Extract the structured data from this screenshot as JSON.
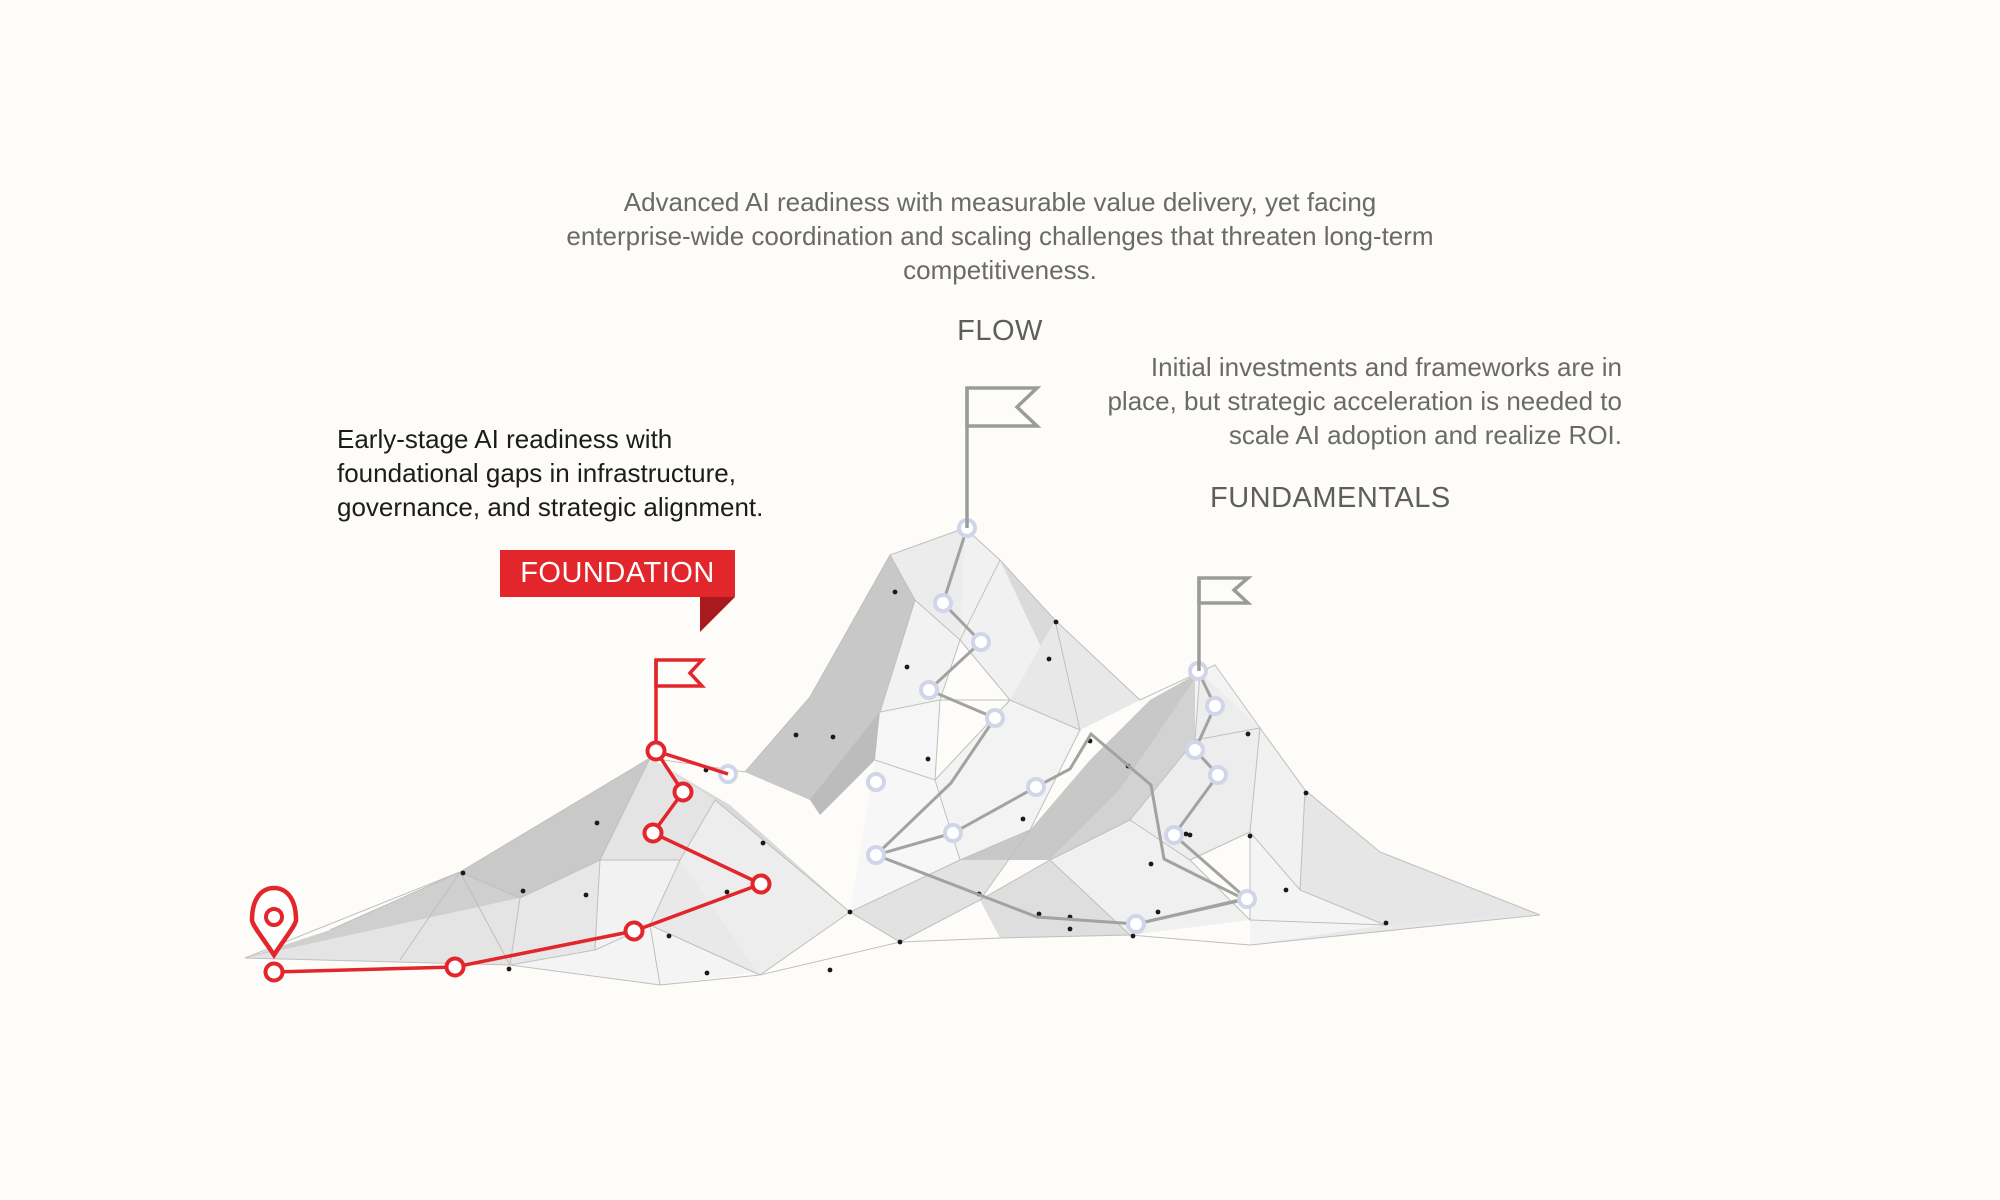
{
  "stages": {
    "flow": {
      "label": "FLOW",
      "description": "Advanced AI readiness with measurable value delivery, yet facing enterprise-wide coordination and scaling challenges that threaten long-term competitiveness."
    },
    "fundamentals": {
      "label": "FUNDAMENTALS",
      "description": "Initial investments and frameworks are in place, but strategic acceleration is needed to scale AI adoption and realize ROI."
    },
    "foundation": {
      "label": "FOUNDATION",
      "description": "Early-stage AI readiness with foundational gaps in infrastructure, governance, and strategic alignment."
    }
  },
  "colors": {
    "accent": "#e2262b",
    "accent_dark": "#a81a1e",
    "flag_gray": "#9b9b9b",
    "path_gray": "#a2a2a2",
    "node_fill": "#ffffff",
    "node_stroke": "#d0d6e8",
    "text_gray": "#6a6a6a",
    "text_dark": "#1c1c1c",
    "background": "#fdfcf9"
  },
  "icons": {
    "start_marker": "location-pin-icon",
    "peak_flags": "flag-icon"
  },
  "current_stage": "FOUNDATION"
}
